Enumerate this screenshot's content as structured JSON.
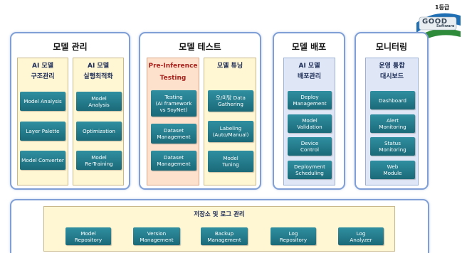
{
  "logo": {
    "grade": "1등급",
    "word": "GOOD",
    "sub": "Software",
    "colors": {
      "green": "#2e8b3a",
      "blue": "#1f6fb5"
    }
  },
  "panels": {
    "model_mgmt": {
      "title": "모델 관리",
      "col1": {
        "title_line1": "AI 모델",
        "title_line2": "구조관리",
        "items": [
          "Model Analysis",
          "Layer Palette",
          "Model Converter"
        ]
      },
      "col2": {
        "title_line1": "AI 모델",
        "title_line2": "실행최적화",
        "items": [
          "Model\nAnalysis",
          "Optimization",
          "Model\nRe-Training"
        ]
      }
    },
    "model_test": {
      "title": "모델 테스트",
      "col1": {
        "title_line1": "Pre-Inference",
        "title_line2": "Testing",
        "items": [
          "Testing\n(AI framework\nvs SoyNet)",
          "Dataset\nManagement",
          "Dataset\nManagement"
        ]
      },
      "col2": {
        "title_line1": "모델 튜닝",
        "items": [
          "오/미탐 Data\nGathering",
          "Labeling\n(Auto/Manual)",
          "Model\nTuning"
        ]
      }
    },
    "model_deploy": {
      "title": "모델 배포",
      "col1": {
        "title_line1": "AI 모델",
        "title_line2": "배포관리",
        "items": [
          "Deploy\nManagement",
          "Model\nValidation",
          "Device\nControl",
          "Deployment\nScheduling"
        ]
      }
    },
    "monitoring": {
      "title": "모니터링",
      "col1": {
        "title_line1": "운영 통합",
        "title_line2": "대시보드",
        "items": [
          "Dashboard",
          "Alert\nMonitoring",
          "Status\nMonitoring",
          "Web\nModule"
        ]
      }
    },
    "storage": {
      "title": "저장소 및 로그 관리",
      "items": [
        "Model\nRepository",
        "Version\nManagement",
        "Backup\nManagement",
        "Log\nRepository",
        "Log\nAnalyzer"
      ]
    }
  },
  "colors": {
    "box": "#1f7383",
    "panel_border": "#7f9fd6",
    "col_yellow": "#fff6d4",
    "col_peach": "#fde1cd",
    "col_blue": "#dfe7f6",
    "title_red": "#a8231e"
  }
}
